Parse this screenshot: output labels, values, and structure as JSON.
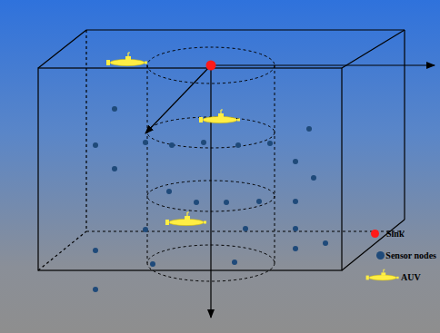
{
  "diagram": {
    "legend": [
      {
        "text": "Sink",
        "color": "#ff1a1a"
      },
      {
        "text": "Sensor nodes",
        "color": "#1f4a7a"
      },
      {
        "text": "AUV"
      }
    ]
  }
}
